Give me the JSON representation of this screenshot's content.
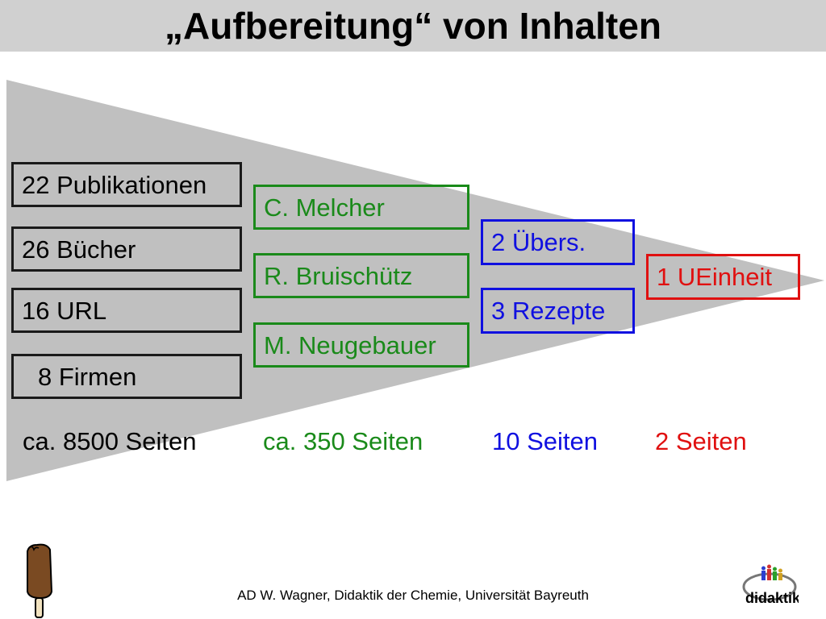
{
  "title": "„Aufbereitung“ von Inhalten",
  "columns": {
    "sources": {
      "items": [
        "22 Publikationen",
        "26 Bücher",
        "16 URL",
        "8 Firmen"
      ],
      "pages": "ca. 8500 Seiten",
      "color": "#000000"
    },
    "authors": {
      "items": [
        "C. Melcher",
        "R. Bruischütz",
        "M. Neugebauer"
      ],
      "pages": "ca. 350 Seiten",
      "color": "#1a8a1a"
    },
    "results": {
      "items": [
        "2 Übers.",
        "3 Rezepte"
      ],
      "pages": "10 Seiten",
      "color": "#1010e0"
    },
    "final": {
      "items": [
        "1 UEinheit"
      ],
      "pages": "2 Seiten",
      "color": "#e01010"
    }
  },
  "footer": "AD W. Wagner, Didaktik der Chemie, Universität Bayreuth",
  "icons": {
    "left": "ice-cream-bar-icon",
    "right": "didaktik-logo"
  },
  "logo_text": "didaktik"
}
